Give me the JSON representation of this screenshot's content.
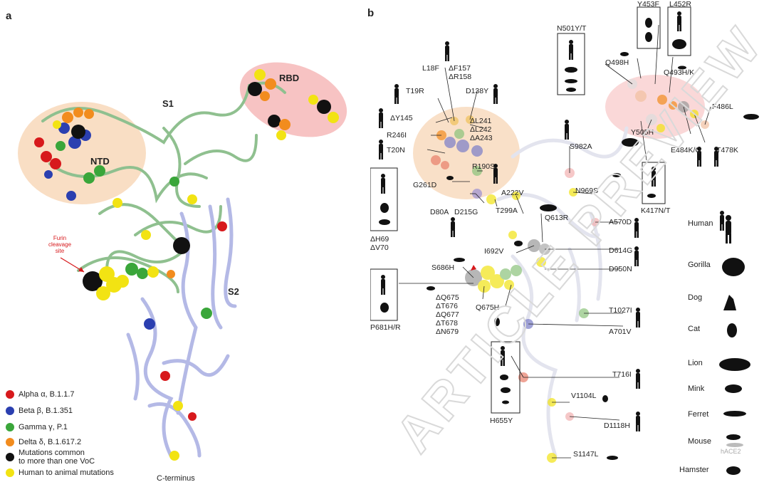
{
  "panel_a": {
    "label": "a",
    "regions": {
      "s1": "S1",
      "s2": "S2",
      "ntd": "NTD",
      "rbd": "RBD",
      "c_terminus": "C-terminus"
    },
    "furin": {
      "line1": "Furin",
      "line2": "cleavage",
      "line3": "site"
    },
    "legend": [
      {
        "label": "Alpha α, B.1.1.7",
        "color": "#d7191c"
      },
      {
        "label": "Beta β, B.1.351",
        "color": "#2b3fb0"
      },
      {
        "label": "Gamma γ, P.1",
        "color": "#3aa63a"
      },
      {
        "label": "Delta δ, B.1.617.2",
        "color": "#f28c1e"
      },
      {
        "label": "Mutations common\nto more than one VoC",
        "color": "#111111"
      },
      {
        "label": "Human to animal mutations",
        "color": "#f2e313"
      }
    ]
  },
  "panel_b": {
    "label": "b",
    "mutations": {
      "n501": "N501Y/T",
      "y453": "Y453F",
      "l452": "L452R",
      "q498": "Q498H",
      "q493": "Q493H/K",
      "l18f": "L18F",
      "df157": "ΔF157",
      "dr158": "ΔR158",
      "t19r": "T19R",
      "d138y": "D138Y",
      "dy145": "ΔY145",
      "dl241": "ΔL241",
      "dl242": "ΔL242",
      "da243": "ΔA243",
      "r246i": "R246I",
      "t20n": "T20N",
      "s982a": "S982A",
      "y505h": "Y505H",
      "f486l": "F486L",
      "e484k": "E484K/Q",
      "t478k": "T478K",
      "r190s": "R190S",
      "g261d": "G261D",
      "a222v": "A222V",
      "n969s": "N969S",
      "d80a": "D80A",
      "d215g": "D215G",
      "t299a": "T299A",
      "k417": "K417N/T",
      "q613r": "Q613R",
      "dh69": "ΔH69",
      "dv70": "ΔV70",
      "a570d": "A570D",
      "i692v": "I692V",
      "d614g": "D614G",
      "s686h": "S686H",
      "d950n": "D950N",
      "dq675": "ΔQ675",
      "dt676": "ΔT676",
      "dq677": "ΔQ677",
      "dt678": "ΔT678",
      "dn679": "ΔN679",
      "q675h": "Q675H",
      "t1027i": "T1027I",
      "a701v": "A701V",
      "p681": "P681H/R",
      "t716i": "T716I",
      "v1104l": "V1104L",
      "d1118h": "D1118H",
      "h655y": "H655Y",
      "s1147l": "S1147L"
    },
    "species_legend": [
      "Human",
      "Gorilla",
      "Dog",
      "Cat",
      "Lion",
      "Mink",
      "Ferret",
      "Mouse",
      "Hamster"
    ],
    "hace2": "hACE2",
    "watermark": "ARTICLE PREVIEW"
  }
}
